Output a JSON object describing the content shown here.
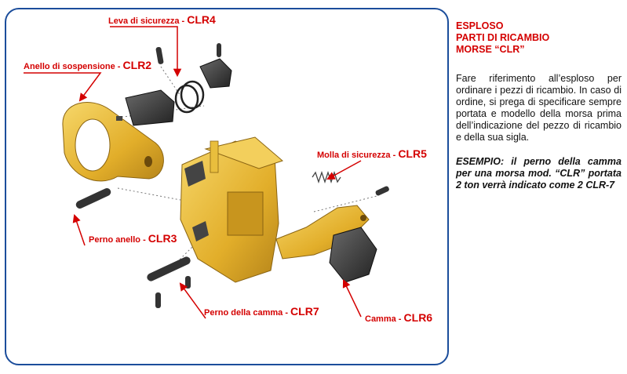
{
  "side_panel": {
    "title_lines": [
      "ESPLOSO",
      "PARTI DI RICAMBIO",
      "MORSE “CLR”"
    ],
    "description": "Fare riferimento all’esploso per ordinare i pezzi di ricambio. In caso di ordine, si prega di specificare sempre portata e modello della morsa prima dell’indicazione del pezzo di ricambio e della sua sigla.",
    "example": "ESEMPIO: il perno della camma per una morsa mod. “CLR” portata 2 ton verrà indicato come 2 CLR-7"
  },
  "callouts": [
    {
      "text": "Leva di sicurezza - ",
      "code": "CLR4"
    },
    {
      "text": "Anello di sospensione - ",
      "code": "CLR2"
    },
    {
      "text": "Molla di sicurezza - ",
      "code": "CLR5"
    },
    {
      "text": "Perno anello - ",
      "code": "CLR3"
    },
    {
      "text": "Perno della camma - ",
      "code": "CLR7"
    },
    {
      "text": "Camma - ",
      "code": "CLR6"
    }
  ],
  "colors": {
    "frame_border": "#1b4d9b",
    "label_red": "#d40000",
    "body_gold": "#e8b935",
    "part_dark": "#3a3a3a"
  }
}
